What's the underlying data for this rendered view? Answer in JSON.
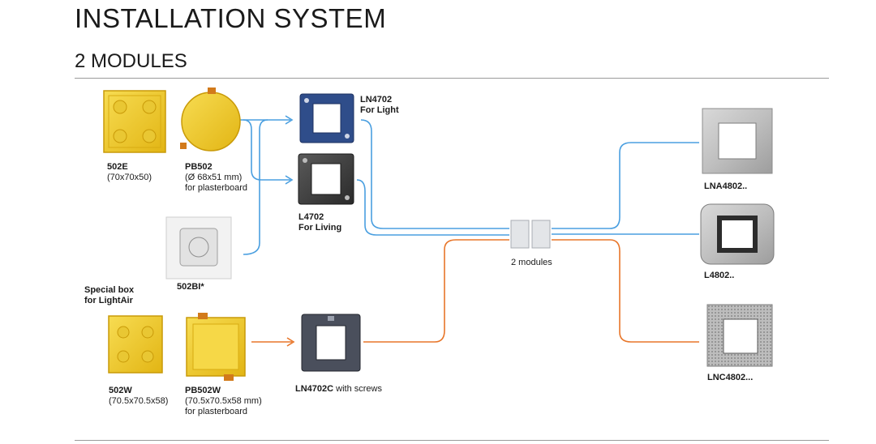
{
  "header": {
    "title": "INSTALLATION SYSTEM",
    "subtitle": "2 MODULES"
  },
  "boxes": {
    "b502e": {
      "code": "502E",
      "desc": "(70x70x50)"
    },
    "pb502": {
      "code": "PB502",
      "desc1": "(Ø 68x51 mm)",
      "desc2": "for plasterboard"
    },
    "b502bi": {
      "code": "502BI*"
    },
    "b502w": {
      "code": "502W",
      "desc": "(70.5x70.5x58)"
    },
    "pb502w": {
      "code": "PB502W",
      "desc1": "(70.5x70.5x58 mm)",
      "desc2": "for plasterboard"
    },
    "special": {
      "line1": "Special box",
      "line2": "for LightAir"
    }
  },
  "supports": {
    "ln4702": {
      "code": "LN4702",
      "desc": "For Light"
    },
    "l4702": {
      "code": "L4702",
      "desc": "For Living"
    },
    "ln4702c": {
      "code": "LN4702C",
      "desc": "with screws"
    }
  },
  "modules": {
    "label": "2 modules"
  },
  "plates": {
    "lna4802": {
      "code": "LNA4802.."
    },
    "l4802": {
      "code": "L4802.."
    },
    "lnc4802": {
      "code": "LNC4802..."
    }
  },
  "colors": {
    "blue_line": "#4a9fe0",
    "orange_line": "#e8762a",
    "box_yellow": "#f2cd2b",
    "rule": "#9a9a9a"
  }
}
